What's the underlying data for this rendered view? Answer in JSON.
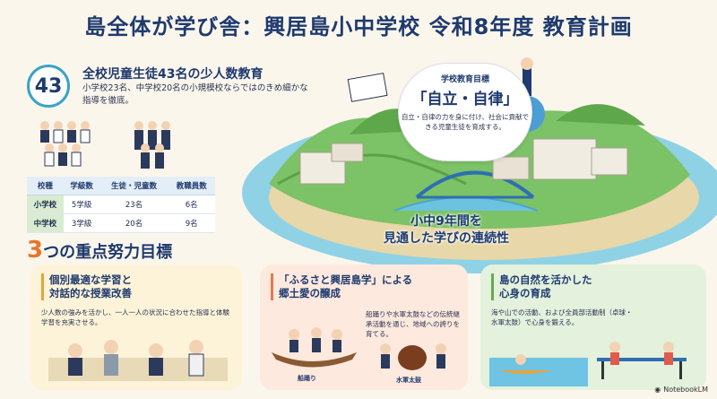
{
  "title": "島全体が学び舎：興居島小中学校 令和8年度 教育計画",
  "stats": {
    "number": "43",
    "heading": "全校児童生徒43名の少人数教育",
    "text": "小学校23名、中学校20名の小規模校ならではのきめ細かな指導を徹底。"
  },
  "table": {
    "headers": [
      "校種",
      "学級数",
      "生徒・児童数",
      "教職員数"
    ],
    "rows": [
      [
        "小学校",
        "5学級",
        "23名",
        "6名"
      ],
      [
        "中学校",
        "3学級",
        "20名",
        "9名"
      ]
    ]
  },
  "goal": {
    "label": "学校教育目標",
    "main": "「自立・自律」",
    "desc": "自立・自律の力を身に付け、社会に貢献できる児童生徒を育成する。"
  },
  "nine_years": {
    "line1": "小中9年間を",
    "line2": "見通した学びの連続性"
  },
  "focus": {
    "number": "3",
    "title": "つの重点努力目標"
  },
  "cards": [
    {
      "head1": "個別最適な学習と",
      "head2": "対話的な授業改善",
      "text": "少人数の強みを活かし、一人一人の状況に合わせた指導と体験学習を充実させる。"
    },
    {
      "head1": "「ふるさと興居島学」による",
      "head2": "郷土愛の醸成",
      "text": "船踊りや水軍太鼓などの伝統継承活動を通じ、地域への誇りを育てる。",
      "caption1": "船踊り",
      "caption2": "水軍太鼓"
    },
    {
      "head1": "島の自然を活かした",
      "head2": "心身の育成",
      "text": "海や山での活動、および全員部活動制（卓球・水軍太鼓）で心身を鍛える。"
    }
  ],
  "logo": "NotebookLM"
}
